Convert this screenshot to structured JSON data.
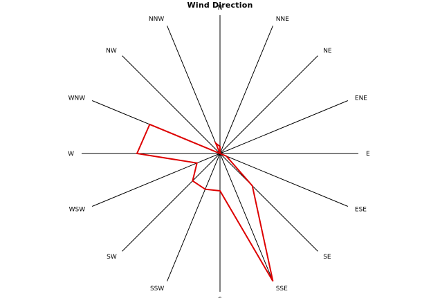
{
  "chart_data": {
    "type": "radar",
    "title": "Wind Direction",
    "categories": [
      "N",
      "NNE",
      "NE",
      "ENE",
      "E",
      "ESE",
      "SE",
      "SSE",
      "S",
      "SSW",
      "SW",
      "WSW",
      "W",
      "WNW",
      "NW",
      "NNW"
    ],
    "series": [
      {
        "values": [
          0.05,
          0.0,
          0.0,
          0.0,
          0.0,
          0.05,
          0.33,
          1.0,
          0.27,
          0.28,
          0.28,
          0.18,
          0.6,
          0.55,
          0.0,
          0.08
        ],
        "color": "#dd0000"
      }
    ],
    "ylim": [
      0,
      1
    ],
    "grid": false,
    "legend": "none"
  }
}
